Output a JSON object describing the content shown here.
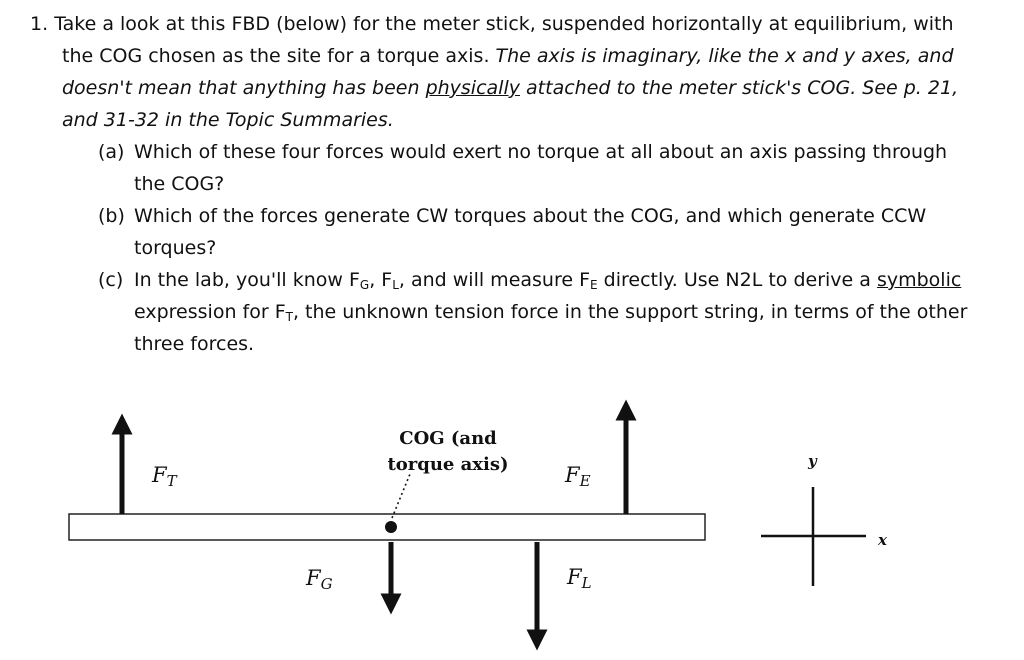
{
  "question": {
    "number": "1.",
    "lines": [
      "Take a look at this FBD (below) for the meter stick, suspended horizontally at equilibrium, with",
      "the COG chosen as the site for a torque axis. ",
      "The axis is imaginary, like the x and y axes, and",
      "doesn't mean that anything has been ",
      "physically",
      " attached to the meter stick's COG. See p. 21,",
      "and 31-32 in the Topic Summaries."
    ]
  },
  "parts": {
    "a": {
      "label": "(a)",
      "line1": "Which of these four forces would exert no torque at all about an axis passing through",
      "line2": "the COG?"
    },
    "b": {
      "label": "(b)",
      "line1": "Which of the forces generate CW torques about the COG, and which generate CCW",
      "line2": "torques?"
    },
    "c": {
      "label": "(c)",
      "l1a": "In the lab, you'll know F",
      "sub_g": "G",
      "l1b": ", F",
      "sub_l": "L",
      "l1c": ", and will measure F",
      "sub_e": "E",
      "l1d": " directly. Use N2L to derive a ",
      "l1e": "symbolic",
      "l2a": "expression for F",
      "sub_t": "T",
      "l2b": ", the unknown tension force in the support string, in terms of the other",
      "line3": "three forces."
    }
  },
  "diagram": {
    "ft_main": "F",
    "ft_sub": "T",
    "fg_main": "F",
    "fg_sub": "G",
    "fe_main": "F",
    "fe_sub": "E",
    "fl_main": "F",
    "fl_sub": "L",
    "cog_line1": "COG (and",
    "cog_line2": "torque axis)",
    "axis_y": "y",
    "axis_x": "x"
  }
}
